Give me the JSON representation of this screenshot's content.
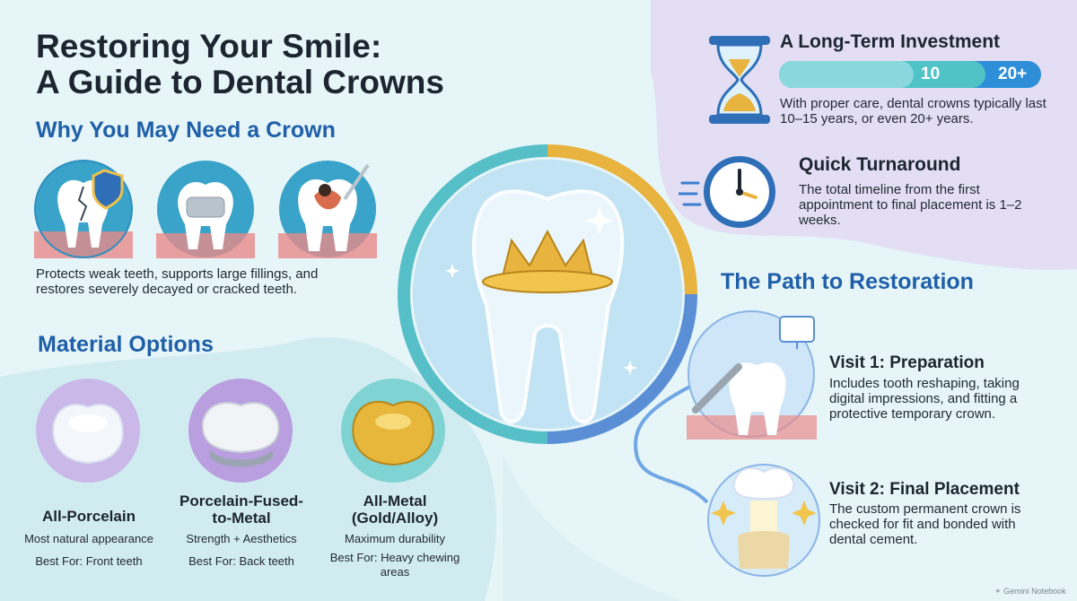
{
  "title": {
    "line1": "Restoring Your Smile:",
    "line2": "A Guide to Dental Crowns"
  },
  "why": {
    "heading": "Why You May Need a Crown",
    "text": "Protects weak teeth, supports large fillings, and restores severely decayed or cracked teeth."
  },
  "materials": {
    "heading": "Material Options",
    "items": [
      {
        "name": "All-Porcelain",
        "desc": "Most natural appearance",
        "best_for": "Best For: Front teeth"
      },
      {
        "name": "Porcelain-Fused-to-Metal",
        "desc": "Strength + Aesthetics",
        "best_for": "Best For: Back teeth"
      },
      {
        "name": "All-Metal (Gold/Alloy)",
        "desc": "Maximum durability",
        "best_for": "Best For: Heavy chewing areas"
      }
    ]
  },
  "investment": {
    "heading": "A Long-Term Investment",
    "bar_label_1": "10",
    "bar_label_2": "20+",
    "text": "With proper care, dental crowns typically last 10–15 years, or even 20+ years."
  },
  "turnaround": {
    "heading": "Quick Turnaround",
    "text": "The total timeline from the first appointment to final placement is 1–2 weeks."
  },
  "path": {
    "heading": "The Path to Restoration",
    "visits": [
      {
        "title": "Visit 1: Preparation",
        "text": "Includes tooth reshaping, taking digital impressions, and fitting a protective temporary crown."
      },
      {
        "title": "Visit 2: Final Placement",
        "text": "The custom permanent crown is checked for fit and bonded with dental cement."
      }
    ]
  },
  "watermark": "Gemini Notebook",
  "colors": {
    "heading_blue": "#1f5fa8",
    "lavender": "#e2dcf2",
    "gold": "#e8b33e",
    "teal": "#4fc3c6",
    "bar_blue": "#2e8fd8"
  }
}
